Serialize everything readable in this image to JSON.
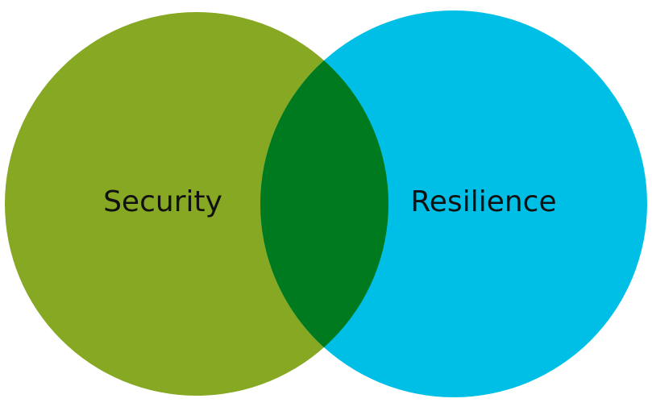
{
  "diagram": {
    "type": "venn",
    "sets": [
      {
        "label": "Security",
        "color": "#86a823"
      },
      {
        "label": "Resilience",
        "color": "#00bfe6"
      }
    ],
    "intersection_color": "#007a1e"
  }
}
